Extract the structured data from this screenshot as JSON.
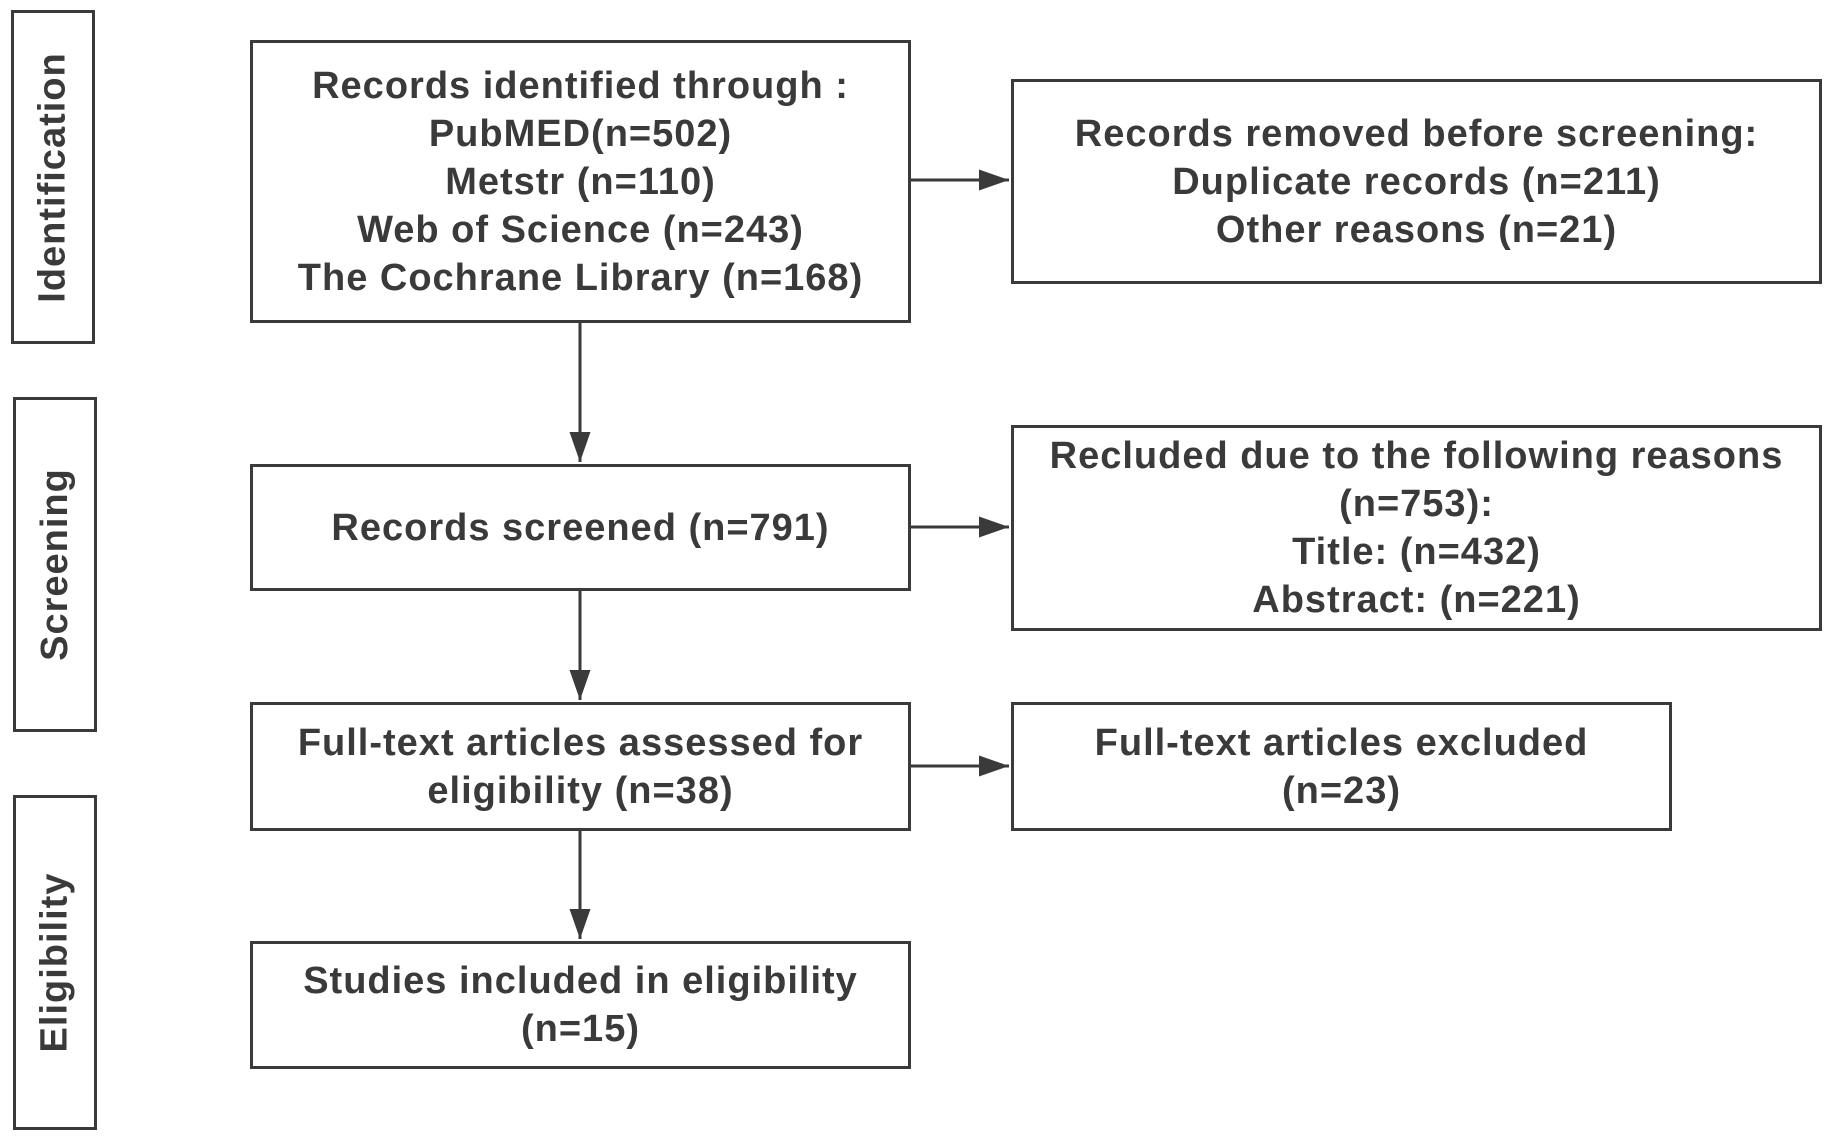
{
  "stages": {
    "identification": "Identification",
    "screening": "Screening",
    "eligibility": "Eligibility"
  },
  "identified": {
    "lines": [
      "Records identified through :",
      "PubMED(n=502)",
      "Metstr (n=110)",
      "Web of Science (n=243)",
      "The Cochrane Library (n=168)"
    ]
  },
  "removed": {
    "lines": [
      "Records removed before screening:",
      "Duplicate records (n=211)",
      "Other reasons (n=21)"
    ]
  },
  "screened": {
    "lines": [
      "Records screened (n=791)"
    ]
  },
  "recluded": {
    "lines": [
      "Recluded due to the following  reasons",
      "(n=753):",
      "Title: (n=432)",
      "Abstract: (n=221)"
    ]
  },
  "fulltext": {
    "lines": [
      "Full-text articles assessed for",
      "eligibility (n=38)"
    ]
  },
  "fulltext_excluded": {
    "lines": [
      "Full-text articles excluded",
      "(n=23)"
    ]
  },
  "included": {
    "lines": [
      "Studies included in eligibility",
      "(n=15)"
    ]
  }
}
